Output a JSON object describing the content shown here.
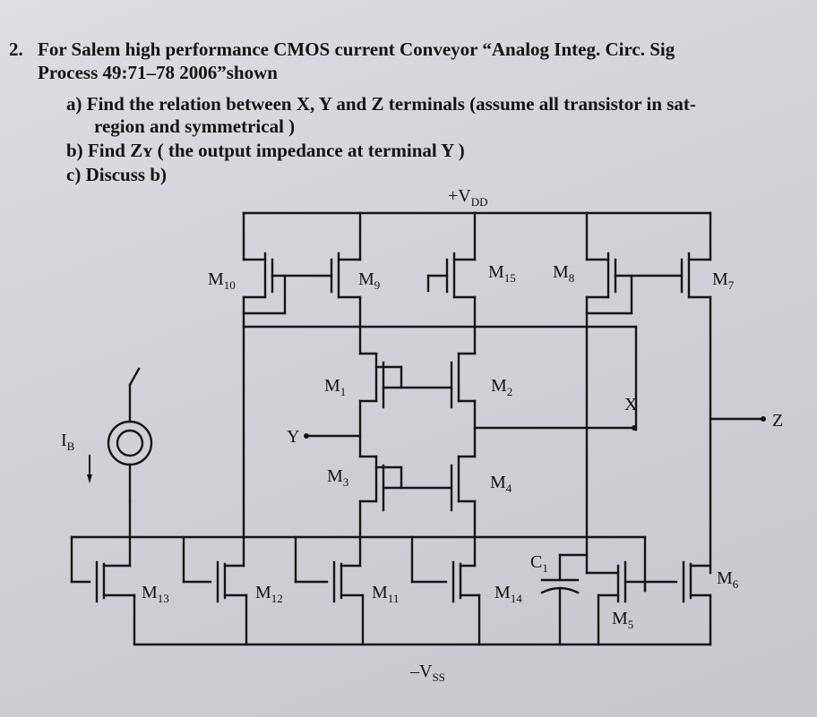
{
  "question": {
    "number": "2.",
    "line1": "For Salem high performance CMOS current Conveyor “Analog Integ. Circ. Sig",
    "line2": "Process 49:71–78  2006”shown",
    "a1": "a) Find the relation between X, Y and Z terminals (assume all transistor in sat-",
    "a2": "region and symmetrical )",
    "b": "b) Find Zʏ ( the output impedance at terminal Y )",
    "c": "c) Discuss b)"
  },
  "circuit": {
    "vdd": {
      "main": "+V",
      "sub": "DD"
    },
    "vss": {
      "main": "–V",
      "sub": "SS"
    },
    "ib": {
      "main": "I",
      "sub": "B"
    },
    "terminals": {
      "x": "X",
      "y": "Y",
      "z": "Z"
    },
    "cap": {
      "main": "C",
      "sub": "1"
    },
    "transistors": {
      "m10": {
        "main": "M",
        "sub": "10"
      },
      "m9": {
        "main": "M",
        "sub": "9"
      },
      "m15": {
        "main": "M",
        "sub": "15"
      },
      "m8": {
        "main": "M",
        "sub": "8"
      },
      "m7": {
        "main": "M",
        "sub": "7"
      },
      "m1": {
        "main": "M",
        "sub": "1"
      },
      "m2": {
        "main": "M",
        "sub": "2"
      },
      "m3": {
        "main": "M",
        "sub": "3"
      },
      "m4": {
        "main": "M",
        "sub": "4"
      },
      "m13": {
        "main": "M",
        "sub": "13"
      },
      "m12": {
        "main": "M",
        "sub": "12"
      },
      "m11": {
        "main": "M",
        "sub": "11"
      },
      "m14": {
        "main": "M",
        "sub": "14"
      },
      "m5": {
        "main": "M",
        "sub": "5"
      },
      "m6": {
        "main": "M",
        "sub": "6"
      }
    }
  }
}
